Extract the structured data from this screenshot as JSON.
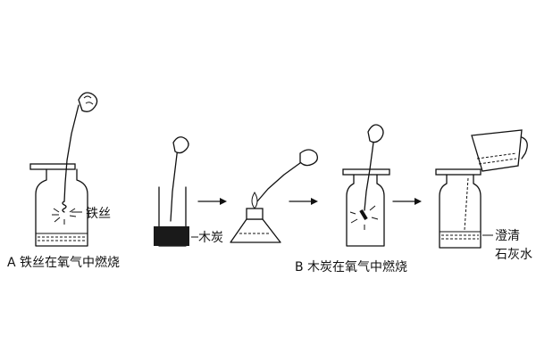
{
  "labels": {
    "iron_wire": "铁丝",
    "charcoal": "木炭",
    "limewater_line1": "澄清",
    "limewater_line2": "石灰水",
    "caption_a": "A 铁丝在氧气中燃烧",
    "caption_b": "B 木炭在氧气中燃烧"
  },
  "icons": [
    "hand-with-tongs-icon",
    "arrow-right-icon",
    "beaker-icon",
    "bottle-icon"
  ]
}
